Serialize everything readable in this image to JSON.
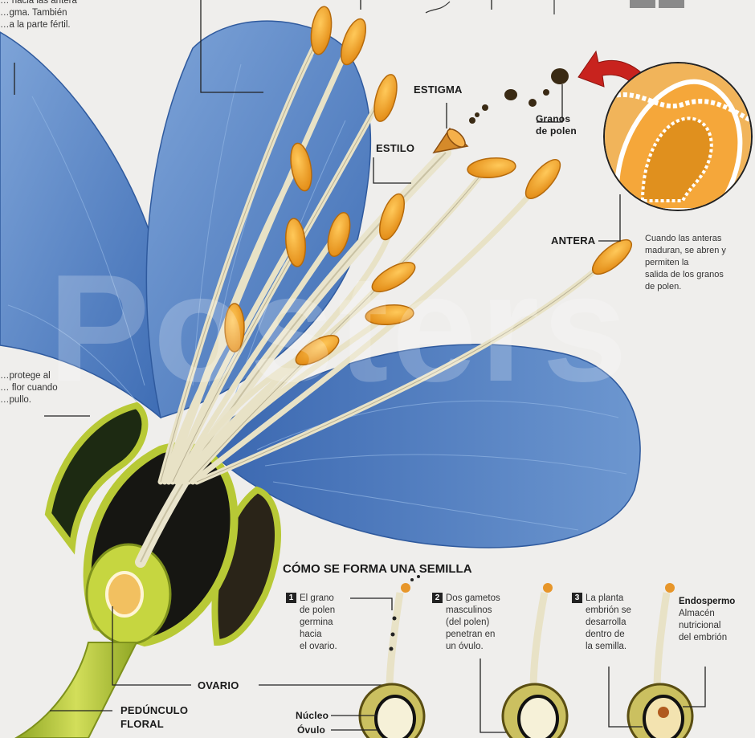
{
  "labels": {
    "estigma": "ESTIGMA",
    "estilo": "ESTILO",
    "granos": "Granos\nde polen",
    "antera": "ANTERA",
    "ovario": "OVARIO",
    "pedunculo": "PEDÚNCULO\nFLORAL",
    "nucleo": "Núcleo",
    "ovulo": "Óvulo"
  },
  "captions": {
    "top_left": "… hacia las antera\n…gma. También\n…a la parte fértil.",
    "mid_left": "…protege al\n… flor cuando\n…pullo.",
    "antera": "Cuando las anteras\nmaduran, se abren y\npermiten la\nsalida de los granos\nde polen."
  },
  "semilla": {
    "title": "CÓMO SE FORMA UNA SEMILLA",
    "steps": [
      {
        "num": "1",
        "text": "El grano\nde polen\ngermina\nhacia\nel ovario."
      },
      {
        "num": "2",
        "text": "Dos gametos\nmasculinos\n(del polen)\npenetran en\nun óvulo."
      },
      {
        "num": "3",
        "text": "La planta\nembrión se\ndesarrolla\ndentro de\nla semilla."
      }
    ],
    "endosperm_title": "Endospermo",
    "endosperm_text": "Almacén\nnutricional\ndel embrión"
  },
  "watermark": "Posters",
  "colors": {
    "petal": "#5a86c6",
    "petal_dark": "#2f5a9e",
    "anther": "#f0a12a",
    "sepal": "#b8c936",
    "arrow": "#c8231e"
  }
}
